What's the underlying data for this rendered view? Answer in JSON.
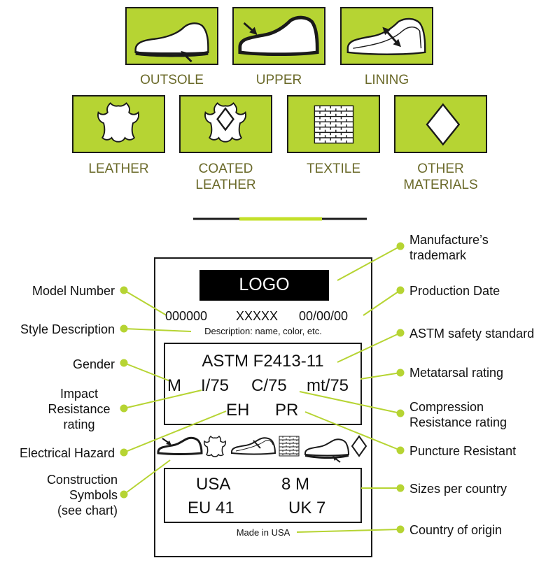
{
  "materials_chart": {
    "parts": [
      {
        "label": "OUTSOLE",
        "icon": "shoe-outsole-icon"
      },
      {
        "label": "UPPER",
        "icon": "shoe-upper-icon"
      },
      {
        "label": "LINING",
        "icon": "shoe-lining-icon"
      }
    ],
    "materials": [
      {
        "label_line1": "LEATHER",
        "label_line2": "",
        "icon": "hide-icon"
      },
      {
        "label_line1": "COATED",
        "label_line2": "LEATHER",
        "icon": "hide-diamond-icon"
      },
      {
        "label_line1": "TEXTILE",
        "label_line2": "",
        "icon": "weave-icon"
      },
      {
        "label_line1": "OTHER",
        "label_line2": "MATERIALS",
        "icon": "diamond-icon"
      }
    ],
    "accent_color": "#b6d433",
    "label_color": "#6b6a2a"
  },
  "tag": {
    "logo": "LOGO",
    "model_number": "000000",
    "style_code": "XXXXX",
    "production_date": "00/00/00",
    "description": "Description: name, color, etc.",
    "standard": "ASTM F2413-11",
    "gender": "M",
    "impact": "I/75",
    "compression": "C/75",
    "metatarsal": "mt/75",
    "electrical": "EH",
    "puncture": "PR",
    "sizes": {
      "usa": "USA",
      "usa_size": "8 M",
      "eu": "EU 41",
      "uk": "UK 7"
    },
    "made_in": "Made in USA"
  },
  "callouts": {
    "left": {
      "model_number": "Model Number",
      "style_description": "Style Description",
      "gender": "Gender",
      "impact_line1": "Impact",
      "impact_line2": "Resistance",
      "impact_line3": "rating",
      "electrical": "Electrical Hazard",
      "construction_line1": "Construction",
      "construction_line2": "Symbols",
      "construction_line3": "(see chart)"
    },
    "right": {
      "trademark_line1": "Manufacture’s",
      "trademark_line2": "trademark",
      "production_date": "Production Date",
      "astm": "ASTM safety standard",
      "metatarsal": "Metatarsal rating",
      "compression_line1": "Compression",
      "compression_line2": "Resistance rating",
      "puncture": "Puncture Resistant",
      "sizes": "Sizes per country",
      "origin": "Country of origin"
    }
  }
}
